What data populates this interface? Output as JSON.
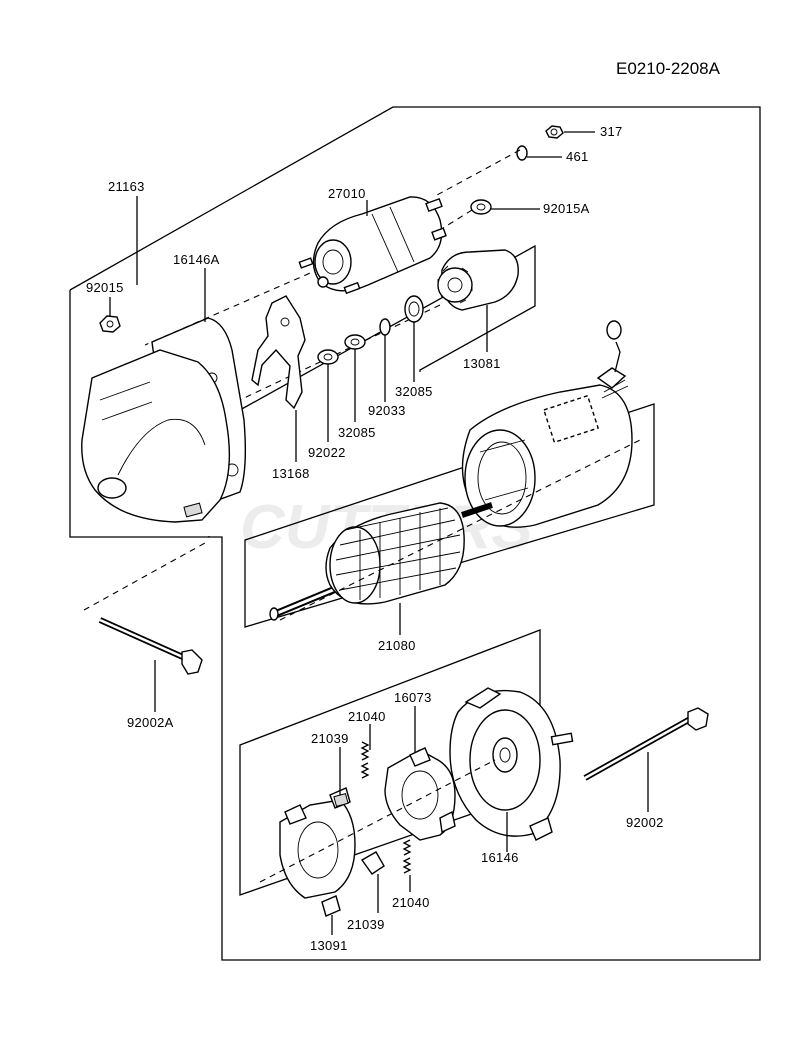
{
  "diagram_code": "E0210-2208A",
  "watermark": "CUTTERS",
  "parts": {
    "p317": "317",
    "p461": "461",
    "p92015A": "92015A",
    "p27010": "27010",
    "p21163": "21163",
    "p16146A": "16146A",
    "p92015": "92015",
    "p13081": "13081",
    "p32085a": "32085",
    "p92033": "92033",
    "p32085b": "32085",
    "p92022": "92022",
    "p13168": "13168",
    "p21080": "21080",
    "p92002A": "92002A",
    "p16073": "16073",
    "p21040a": "21040",
    "p21039a": "21039",
    "p92002": "92002",
    "p16146": "16146",
    "p21040b": "21040",
    "p21039b": "21039",
    "p13091": "13091"
  }
}
